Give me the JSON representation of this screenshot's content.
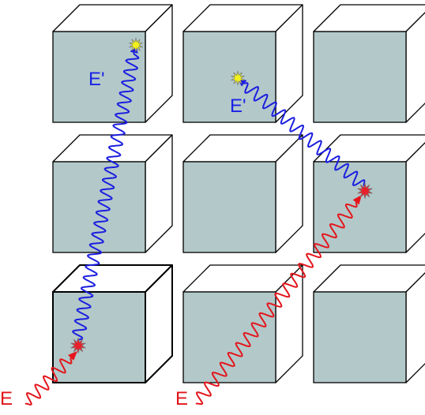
{
  "diagram": {
    "labels": {
      "incident_left": "E",
      "incident_right": "E",
      "emitted_top_left": "E'",
      "emitted_top_middle": "E'"
    },
    "colors": {
      "cube_front": "#b3c8c9",
      "cube_side": "#ffffff",
      "cube_edge": "#000000",
      "incident_wave": "#e3161c",
      "emitted_wave": "#1b1ee0",
      "absorption_flash": "#e8202a",
      "emission_flash": "#f2f21a",
      "label_blue": "#1a22e6",
      "label_red": "#e0161c"
    },
    "grid": {
      "rows": 3,
      "columns": 3
    }
  }
}
